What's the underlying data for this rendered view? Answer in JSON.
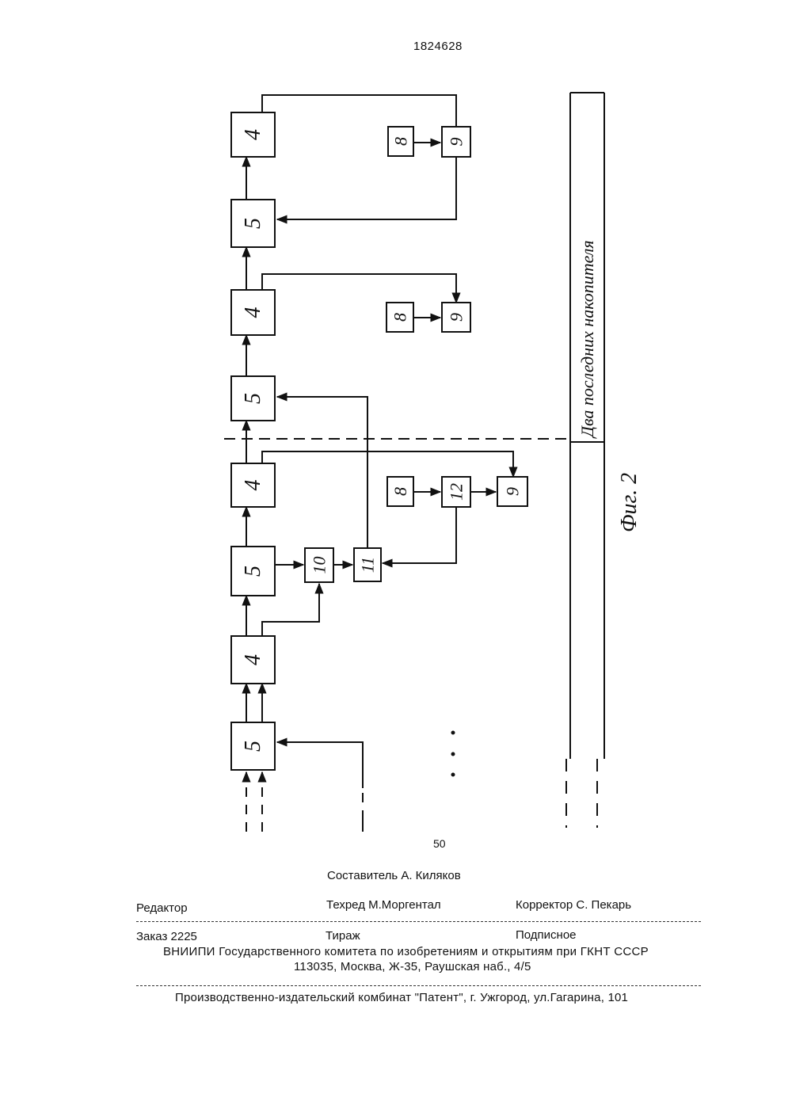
{
  "header": {
    "patent_number": "1824628"
  },
  "diagram": {
    "blocks": [
      {
        "id": "b5-1",
        "label": "5"
      },
      {
        "id": "b4-1",
        "label": "4"
      },
      {
        "id": "b5-2",
        "label": "5"
      },
      {
        "id": "b4-2",
        "label": "4"
      },
      {
        "id": "b5-3",
        "label": "5"
      },
      {
        "id": "b4-3",
        "label": "4"
      },
      {
        "id": "b5-4",
        "label": "5"
      },
      {
        "id": "b4-4",
        "label": "4"
      },
      {
        "id": "b10",
        "label": "10"
      },
      {
        "id": "b11",
        "label": "11"
      },
      {
        "id": "b8-a",
        "label": "8"
      },
      {
        "id": "b12",
        "label": "12"
      },
      {
        "id": "b9-a",
        "label": "9"
      },
      {
        "id": "b8-b",
        "label": "8"
      },
      {
        "id": "b9-b",
        "label": "9"
      },
      {
        "id": "b8-c",
        "label": "8"
      },
      {
        "id": "b9-c",
        "label": "9"
      }
    ],
    "side_label": "Два последних накопителя",
    "figure_caption": "Фиг. 2"
  },
  "footer": {
    "page_number": "50",
    "composer": "Составитель  А. Киляков",
    "editor": "Редактор",
    "techred": "Техред М.Моргентал",
    "corrector": "Корректор С. Пекарь",
    "order": "Заказ  2225",
    "circulation": "Тираж",
    "subscription": "Подписное",
    "publisher_line": "ВНИИПИ Государственного комитета по изобретениям и открытиям при ГКНТ СССР",
    "address": "113035, Москва, Ж-35, Раушская наб., 4/5",
    "printer": "Производственно-издательский комбинат \"Патент\", г. Ужгород, ул.Гагарина, 101"
  }
}
